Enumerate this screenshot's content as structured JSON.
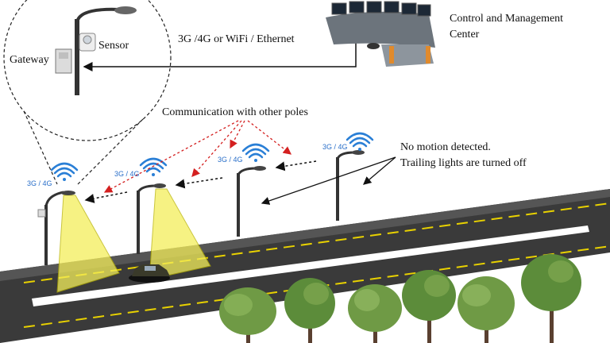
{
  "labels": {
    "gateway": "Gateway",
    "sensor": "Sensor",
    "link": "3G /4G or WiFi / Ethernet",
    "control_center": [
      "Control and Management",
      "Center"
    ],
    "communication": "Communication with other poles",
    "no_motion": [
      "No motion detected.",
      "Trailing lights are turned off"
    ],
    "wifi_tag": "3G / 4G"
  },
  "colors": {
    "road": "#3d3d3d",
    "lane_yellow": "#e8d100",
    "lane_white": "#ffffff",
    "light_cone": "#f4ee5a",
    "wifi": "#2a7fd6",
    "red_arrow": "#d42020",
    "tree": "#5c8c3a"
  },
  "icons": [
    "street-pole-icon",
    "wifi-icon",
    "control-desk-icon",
    "car-icon",
    "tree-icon"
  ]
}
